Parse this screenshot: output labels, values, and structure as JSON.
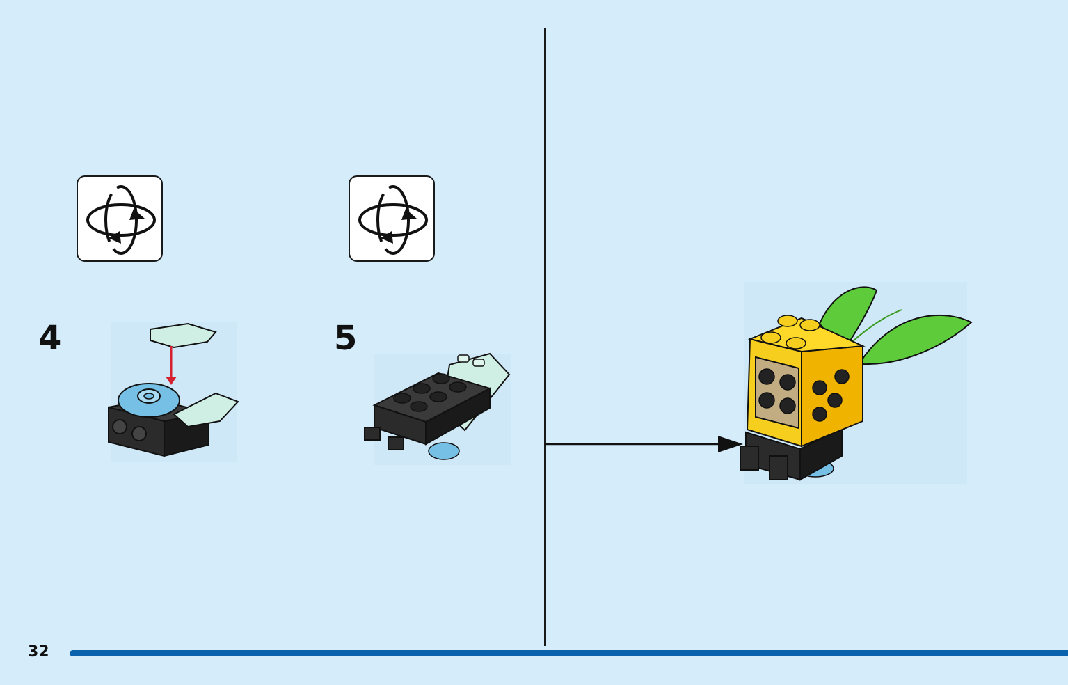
{
  "page": {
    "number": "32",
    "background": "#d5ecfa",
    "accent": "#0a62ad"
  },
  "steps": [
    {
      "number": "4",
      "rotate_icon": "rotate-model-icon"
    },
    {
      "number": "5",
      "rotate_icon": "rotate-model-icon"
    }
  ],
  "final_model": {
    "icon": "yellow-bee-model"
  }
}
